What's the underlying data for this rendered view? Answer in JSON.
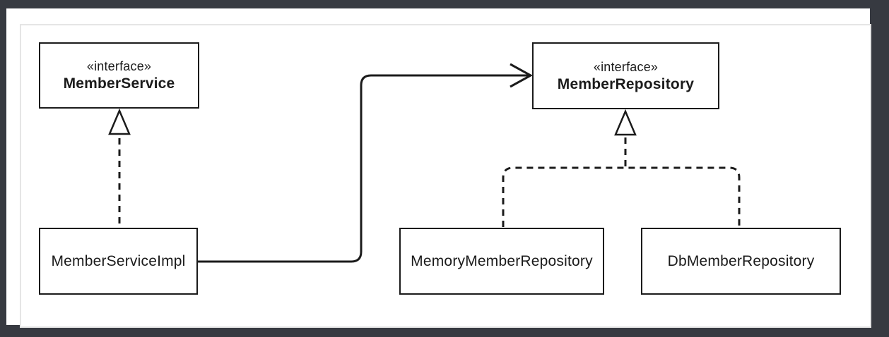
{
  "theme": {
    "background": "#373a41",
    "panel": "#ffffff",
    "frame-border": "#e5e5e5",
    "line": "#1b1b1b",
    "box-fill": "#ffffff",
    "text": "#1b1b1b"
  },
  "diagram": {
    "type": "uml-class-diagram",
    "nodes": [
      {
        "id": "member-service",
        "stereotype": "«interface»",
        "name": "MemberService"
      },
      {
        "id": "member-repository",
        "stereotype": "«interface»",
        "name": "MemberRepository"
      },
      {
        "id": "member-service-impl",
        "name": "MemberServiceImpl"
      },
      {
        "id": "memory-member-repository",
        "name": "MemoryMemberRepository"
      },
      {
        "id": "db-member-repository",
        "name": "DbMemberRepository"
      }
    ],
    "edges": [
      {
        "from": "MemberServiceImpl",
        "to": "MemberService",
        "type": "realization",
        "line": "dashed",
        "arrowhead": "hollow-triangle"
      },
      {
        "from": "MemberServiceImpl",
        "to": "MemberRepository",
        "type": "association",
        "line": "solid",
        "arrowhead": "open"
      },
      {
        "from": "MemoryMemberRepository",
        "to": "MemberRepository",
        "type": "realization",
        "line": "dashed",
        "arrowhead": "hollow-triangle"
      },
      {
        "from": "DbMemberRepository",
        "to": "MemberRepository",
        "type": "realization",
        "line": "dashed",
        "arrowhead": "hollow-triangle"
      }
    ]
  }
}
